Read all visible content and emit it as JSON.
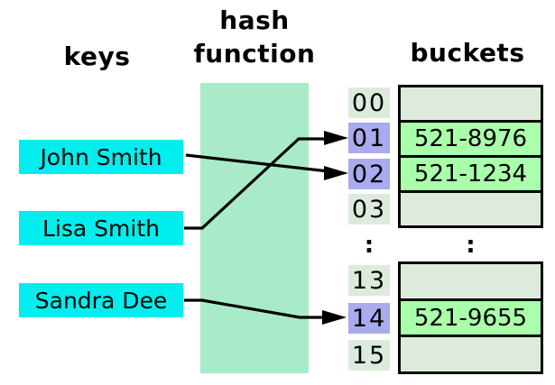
{
  "headers": {
    "keys": "keys",
    "hash_line1": "hash",
    "hash_line2": "function",
    "buckets": "buckets"
  },
  "keys": [
    {
      "label": "John Smith"
    },
    {
      "label": "Lisa Smith"
    },
    {
      "label": "Sandra Dee"
    }
  ],
  "index_cells": [
    {
      "label": "00",
      "highlighted": false
    },
    {
      "label": "01",
      "highlighted": true
    },
    {
      "label": "02",
      "highlighted": true
    },
    {
      "label": "03",
      "highlighted": false
    },
    {
      "label": "13",
      "highlighted": false
    },
    {
      "label": "14",
      "highlighted": true
    },
    {
      "label": "15",
      "highlighted": false
    }
  ],
  "ellipsis": ":",
  "buckets_top": [
    {
      "value": "",
      "filled": false
    },
    {
      "value": "521-8976",
      "filled": true
    },
    {
      "value": "521-1234",
      "filled": true
    },
    {
      "value": "",
      "filled": false
    }
  ],
  "buckets_bottom": [
    {
      "value": "",
      "filled": false
    },
    {
      "value": "521-9655",
      "filled": true
    },
    {
      "value": "",
      "filled": false
    }
  ],
  "arrows": [
    {
      "from": "John Smith",
      "to": "02"
    },
    {
      "from": "Lisa Smith",
      "to": "01"
    },
    {
      "from": "Sandra Dee",
      "to": "14"
    }
  ],
  "colors": {
    "key_box": "#00EEEE",
    "hash_panel": "#A9EBC9",
    "index_cell": "#DDEBDD",
    "index_highlight": "#AAAAEE",
    "bucket_empty": "#DDEBDD",
    "bucket_filled": "#AAFFAA",
    "line": "#000000"
  }
}
